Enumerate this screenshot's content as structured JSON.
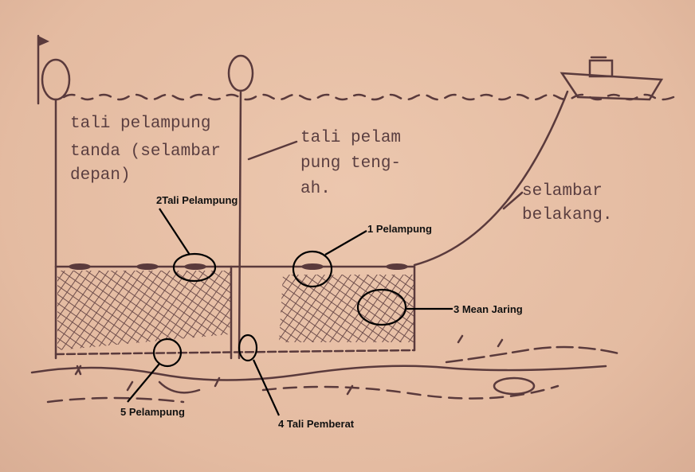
{
  "handwritten_labels": {
    "front_line": [
      "tali pelampung",
      "tanda (selambar",
      "depan)"
    ],
    "middle_line": [
      "tali pelam",
      "pung teng-",
      "ah."
    ],
    "back_line": [
      "selambar",
      "belakang."
    ]
  },
  "annotations": {
    "a1": "1 Pelampung",
    "a2": "2Tali Pelampung",
    "a3": "3 Mean Jaring",
    "a4": "4 Tali Pemberat",
    "a5": "5 Pelampung"
  },
  "colors": {
    "paper": "#e6bfa6",
    "ink": "#5a3a3c",
    "annotation": "#000000"
  }
}
